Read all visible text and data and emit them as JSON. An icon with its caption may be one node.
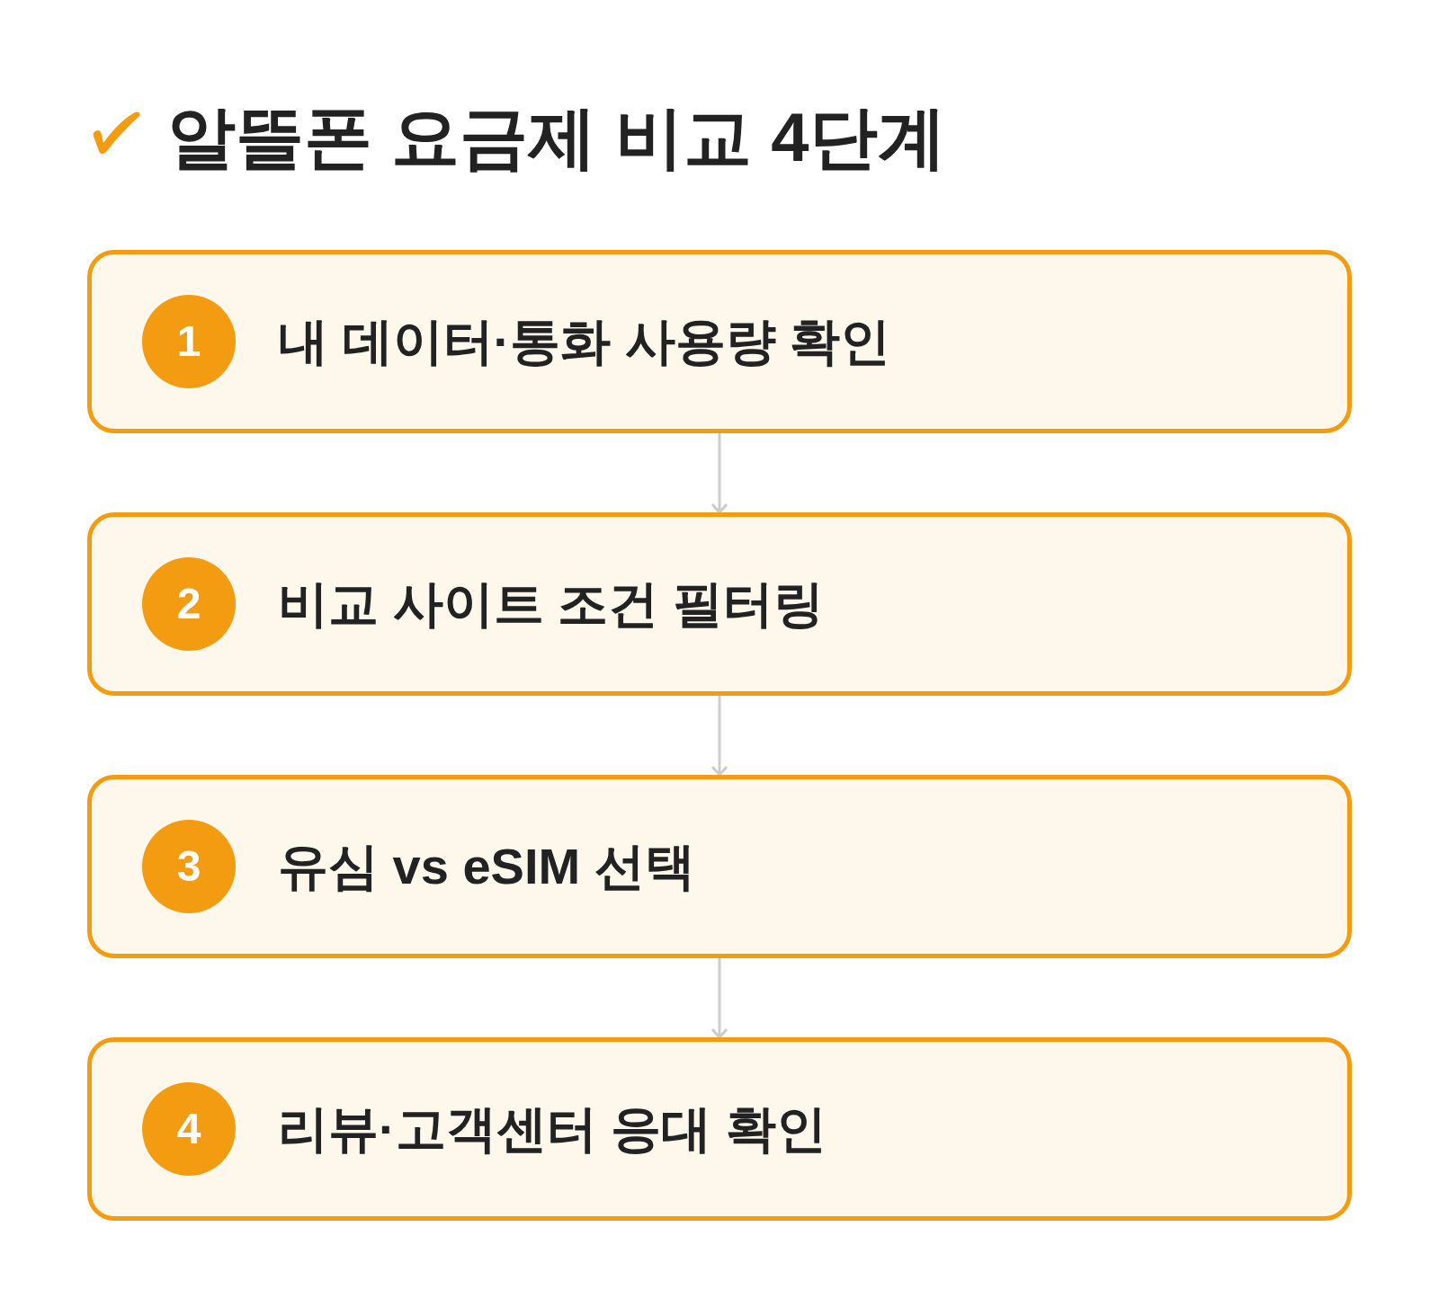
{
  "diagram": {
    "title": "알뜰폰 요금제 비교 4단계",
    "nodes": [
      {
        "text": [
          "내 데이터·통화 사용량 확인"
        ]
      },
      {
        "text": [
          "1"
        ],
        "in": 0
      },
      {
        "text": [
          "비교 사이트 조건 필터링"
        ]
      },
      {
        "text": [
          "2"
        ],
        "in": 2
      },
      {
        "text": [
          "유심 vs eSIM 선택"
        ]
      },
      {
        "text": [
          "3"
        ],
        "in": 4
      },
      {
        "text": [
          "리뷰·고객센터 응대 확인"
        ]
      },
      {
        "text": [
          "4"
        ],
        "in": 6
      }
    ],
    "edges": [
      {
        "from": 0,
        "to": 2,
        "arrow": "to"
      },
      {
        "from": 2,
        "to": 4,
        "arrow": "to"
      },
      {
        "from": 4,
        "to": 6,
        "arrow": "to"
      }
    ]
  }
}
